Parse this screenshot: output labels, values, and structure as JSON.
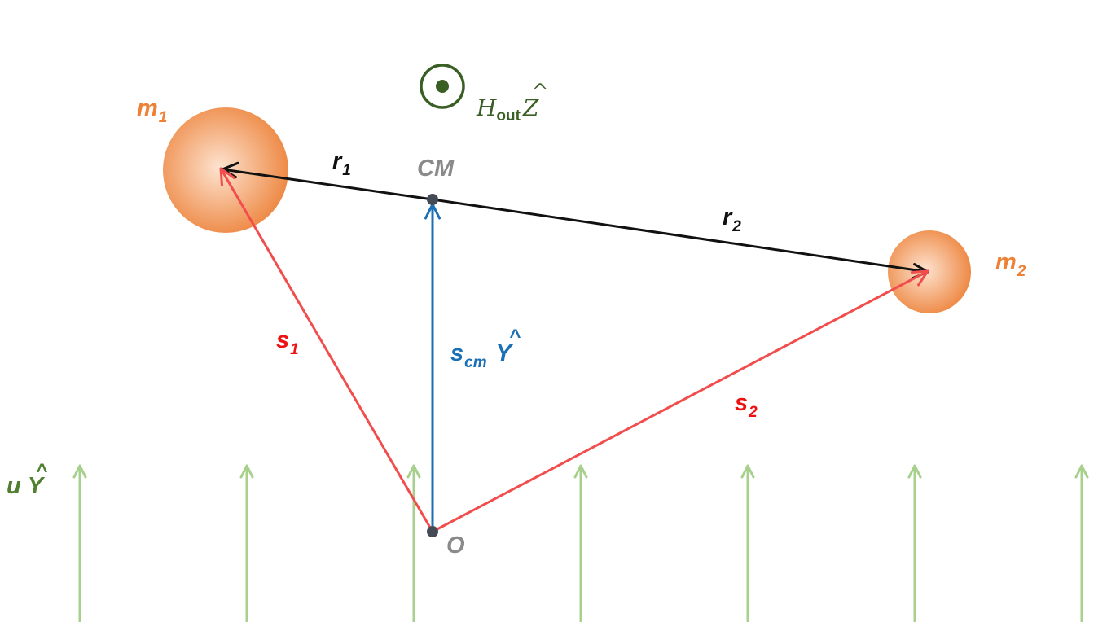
{
  "diagram": {
    "colors": {
      "mass": "#ee8a46",
      "mass_highlight": "#fde3d0",
      "mass_label": "#ee8136",
      "r_vector": "#111111",
      "s_vector": "#f24d4d",
      "s_label": "#ee1111",
      "scm_vector": "#1a6fb5",
      "scm_label": "#1a6fb5",
      "flow": "#a7d08c",
      "flow_label": "#4f7f2f",
      "h_symbol": "#3a5f24",
      "point": "#454a57",
      "point_label": "#8a8a8a"
    },
    "masses": [
      {
        "label": "m",
        "sub": "1"
      },
      {
        "label": "m",
        "sub": "2"
      }
    ],
    "points": {
      "cm": "CM",
      "origin": "O"
    },
    "vectors": {
      "r1": {
        "label": "r",
        "sub": "1"
      },
      "r2": {
        "label": "r",
        "sub": "2"
      },
      "s1": {
        "label": "s",
        "sub": "1"
      },
      "s2": {
        "label": "s",
        "sub": "2"
      },
      "scm": {
        "label": "s",
        "sub": "cm",
        "unit": "Y",
        "hat": "^"
      }
    },
    "flow": {
      "label": "u",
      "unit": "Y",
      "hat": "^",
      "arrow_count": 7
    },
    "angular_momentum": {
      "label": "H",
      "sub": "out",
      "unit": "Z",
      "hat": "^",
      "icon": "out-of-page-icon"
    }
  }
}
